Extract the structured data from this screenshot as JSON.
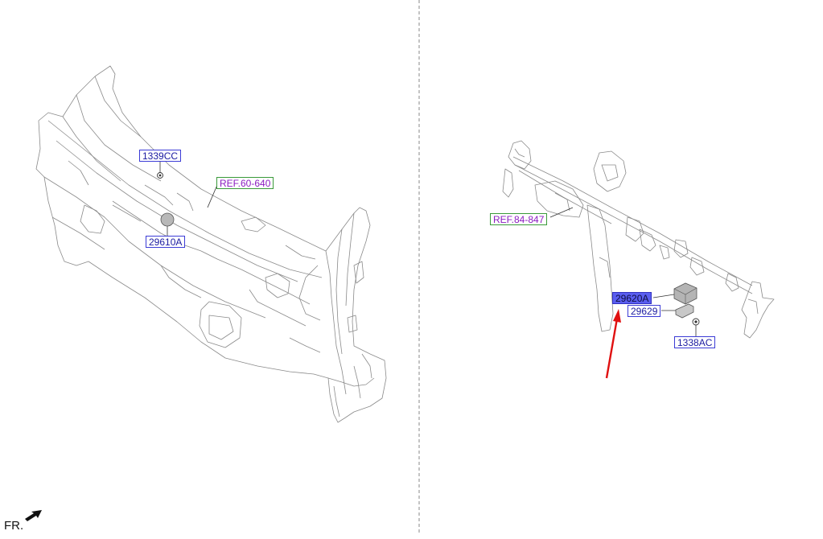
{
  "callouts": {
    "c1339cc": "1339CC",
    "c29610a": "29610A",
    "ref_60_640": "REF.60-640",
    "ref_84_847": "REF.84-847",
    "c29620a": "29620A",
    "c29629": "29629",
    "c1338ac": "1338AC"
  },
  "orientation": {
    "label": "FR.",
    "icon": "front-direction-arrow-icon"
  },
  "colors": {
    "part_border": "#3b3bd6",
    "ref_border": "#3a9a3a",
    "ref_text": "#8a1cc0",
    "highlight_fill": "#5a5ef0",
    "pointer_arrow": "#e01010"
  }
}
